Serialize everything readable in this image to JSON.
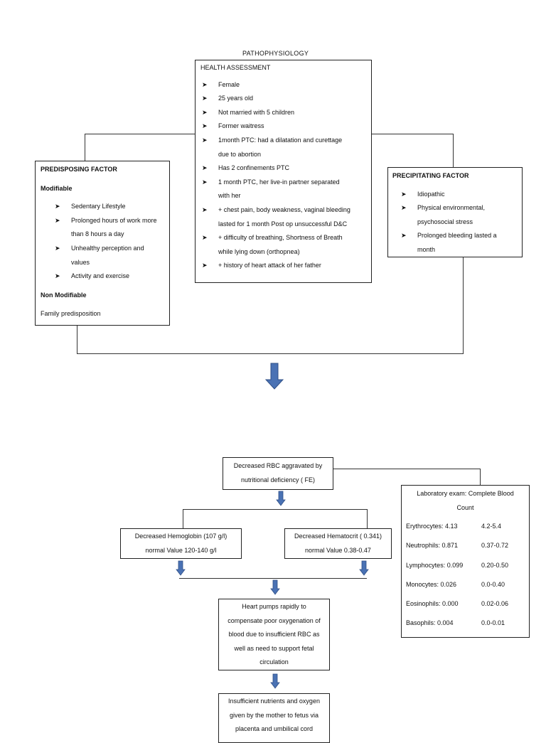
{
  "title": "PATHOPHYSIOLOGY",
  "health_assessment": {
    "heading": "HEALTH ASSESSMENT",
    "items": [
      [
        "Female"
      ],
      [
        "25 years old"
      ],
      [
        "Not married with 5 children"
      ],
      [
        "Former waitress"
      ],
      [
        "1month PTC: had a dilatation and curettage",
        "due to abortion"
      ],
      [
        "Has 2 confinements PTC"
      ],
      [
        "1 month PTC, her live-in partner separated",
        "with her"
      ],
      [
        "+ chest pain, body weakness, vaginal bleeding",
        "lasted for 1 month Post op unsuccessful D&C"
      ],
      [
        "+ difficulty of breathing, Shortness of Breath",
        "while lying down (orthopnea)"
      ],
      [
        "+ history of heart attack of her father"
      ]
    ]
  },
  "predisposing": {
    "heading": "PREDISPOSING FACTOR",
    "modifiable_label": "Modifiable",
    "modifiable": [
      [
        "Sedentary Lifestyle"
      ],
      [
        "Prolonged hours of work more",
        "than 8 hours a day"
      ],
      [
        "Unhealthy perception and",
        "values"
      ],
      [
        "Activity and exercise"
      ]
    ],
    "non_modifiable_label": "Non Modifiable",
    "non_modifiable": "Family predisposition"
  },
  "precipitating": {
    "heading": "PRECIPITATING FACTOR",
    "items": [
      [
        "Idiopathic"
      ],
      [
        "Physical environmental,",
        "psychosocial stress"
      ],
      [
        "Prolonged bleeding lasted a",
        "month"
      ]
    ]
  },
  "flow": {
    "rbc": [
      "Decreased RBC aggravated by",
      "nutritional deficiency ( FE)"
    ],
    "hemoglobin": [
      "Decreased Hemoglobin (107 g/l)",
      "normal Value 120-140 g/l"
    ],
    "hematocrit": [
      "Decreased Hematocrit ( 0.341)",
      "normal Value 0.38-0.47"
    ],
    "heart": [
      "Heart pumps rapidly to",
      "compensate poor oxygenation of",
      "blood due to insufficient RBC as",
      "well as need to support fetal",
      "circulation"
    ],
    "nutrients": [
      "Insufficient nutrients and oxygen",
      "given by the mother to fetus via",
      "placenta and umbilical cord"
    ]
  },
  "lab": {
    "title": [
      "Laboratory exam: Complete Blood",
      "Count"
    ],
    "rows": [
      {
        "label": "Erythrocytes: 4.13",
        "normal": "4.2-5.4"
      },
      {
        "label": "Neutrophils: 0.871",
        "normal": "0.37-0.72"
      },
      {
        "label": "Lymphocytes: 0.099",
        "normal": "0.20-0.50"
      },
      {
        "label": "Monocytes: 0.026",
        "normal": "0.0-0.40"
      },
      {
        "label": "Eosinophils: 0.000",
        "normal": "0.02-0.06"
      },
      {
        "label": "Basophils: 0.004",
        "normal": "0.0-0.01"
      }
    ]
  },
  "colors": {
    "arrow": "#4a72b4",
    "arrow_stroke": "#2f4f86",
    "line": "#333333"
  }
}
